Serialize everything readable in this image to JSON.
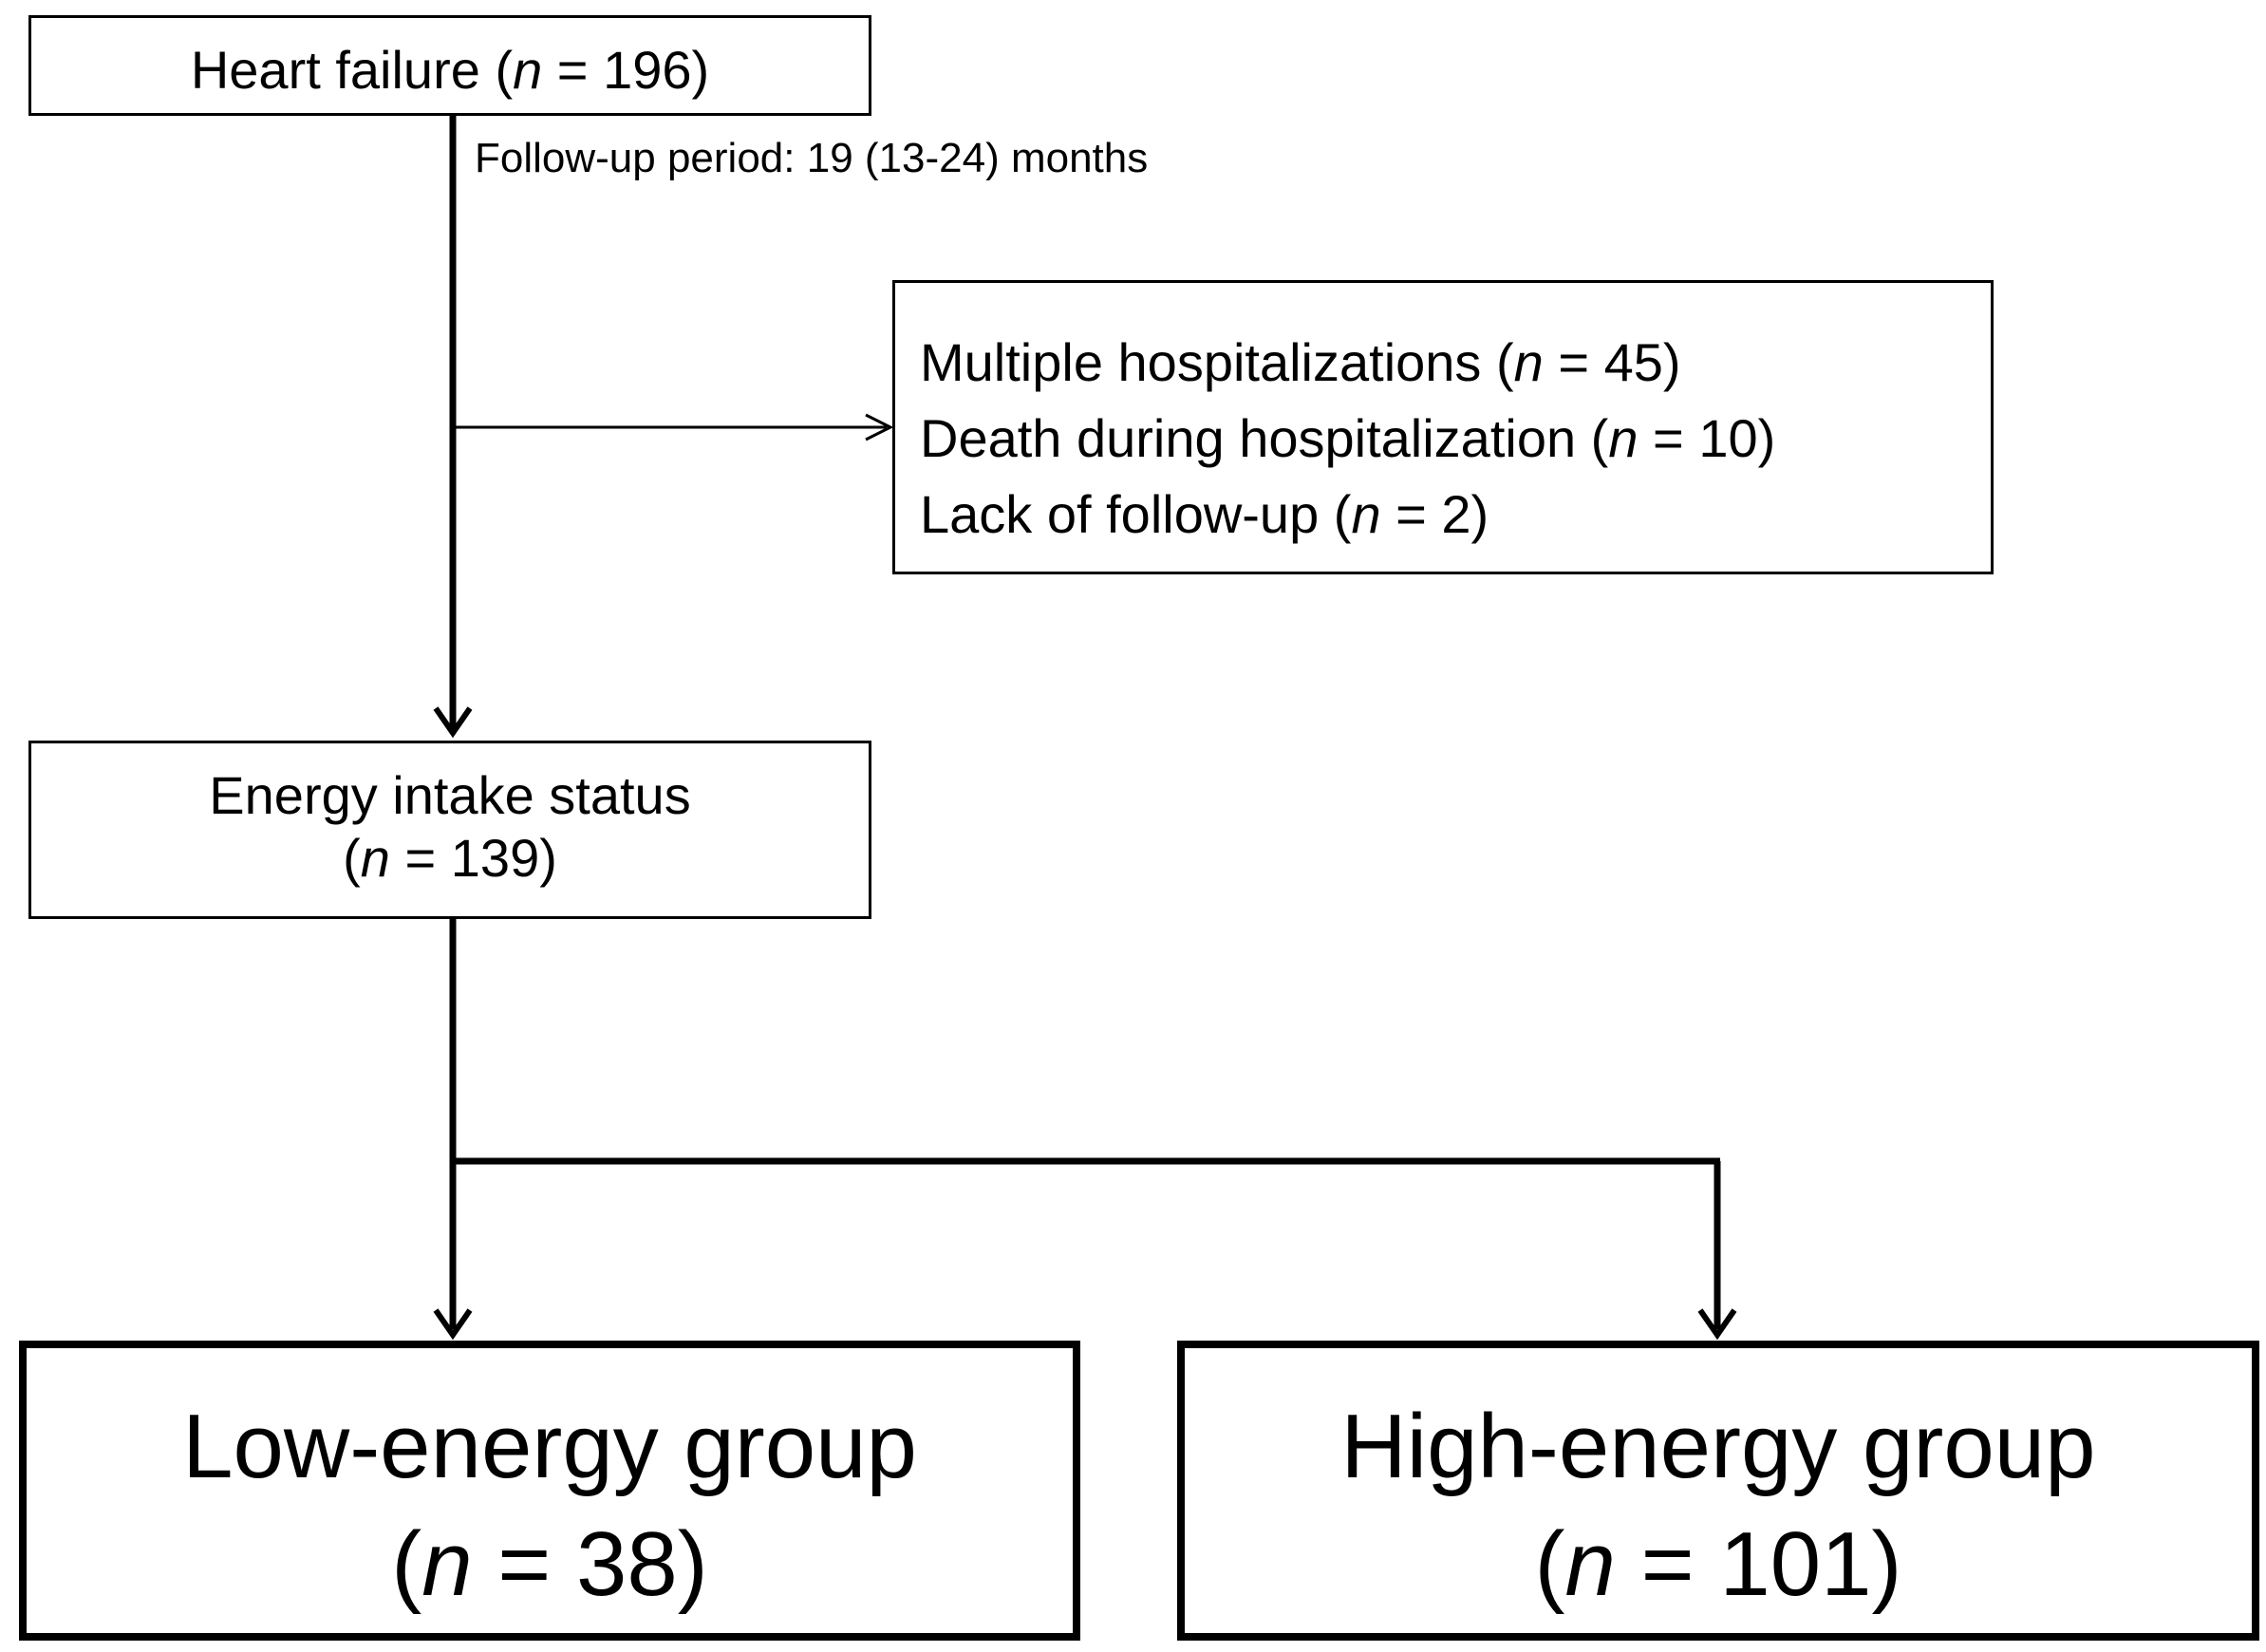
{
  "nodes": {
    "heart_failure": {
      "label": "Heart failure",
      "n_prefix": "(",
      "n_var": "n",
      "n_value": " = 196)"
    },
    "follow_up": {
      "label": "Follow-up period: 19 (13-24) months"
    },
    "exclusions": {
      "items": [
        {
          "label": "Multiple hospitalizations",
          "n_prefix": " (",
          "n_var": "n",
          "n_value": " = 45)"
        },
        {
          "label": "Death during hospitalization",
          "n_prefix": " (",
          "n_var": "n",
          "n_value": " = 10)"
        },
        {
          "label": "Lack of follow-up",
          "n_prefix": " (",
          "n_var": "n",
          "n_value": " = 2)"
        }
      ]
    },
    "energy_intake": {
      "label": "Energy intake status",
      "n_prefix": "(",
      "n_var": "n",
      "n_value": " = 139)"
    },
    "low_energy": {
      "label": "Low-energy group",
      "n_prefix": "(",
      "n_var": "n",
      "n_value": " = 38)"
    },
    "high_energy": {
      "label": "High-energy group",
      "n_prefix": "(",
      "n_var": "n",
      "n_value": " = 101)"
    }
  },
  "colors": {
    "stroke": "#000000",
    "background": "#ffffff",
    "text": "#000000"
  }
}
